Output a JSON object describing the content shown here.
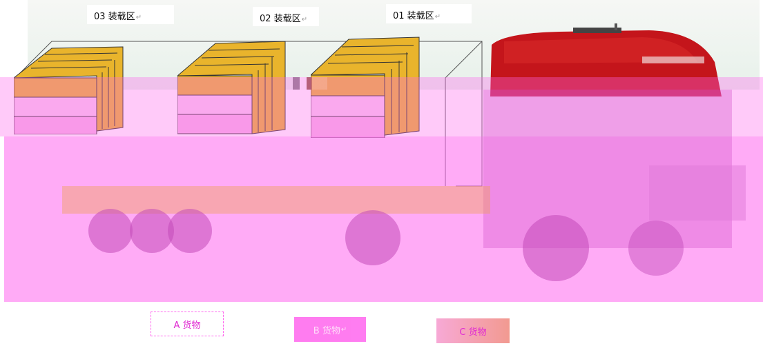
{
  "zones": [
    {
      "label": "03 装载区",
      "mark": "↵"
    },
    {
      "label": "02 装载区",
      "mark": "↵"
    },
    {
      "label": "01 装载区",
      "mark": "↵"
    }
  ],
  "legend": [
    {
      "label": "A 货物",
      "mark": ""
    },
    {
      "label": "B 货物",
      "mark": "↵"
    },
    {
      "label": "C 货物",
      "mark": ""
    }
  ],
  "colors": {
    "overlay": "#ff66ee",
    "crate_gold": "#e2a822",
    "truck_cab_red": "#c4151b",
    "sky": "#eef5ef"
  }
}
